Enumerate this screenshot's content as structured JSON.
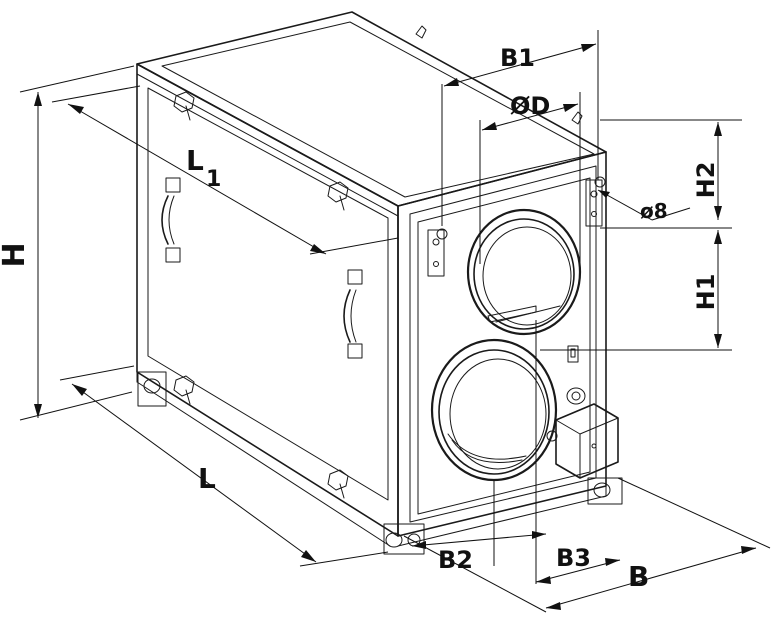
{
  "dimensions": {
    "H": "H",
    "L": "L",
    "L1_main": "L",
    "L1_sub": "1",
    "B": "B",
    "B1": "B1",
    "B2": "B2",
    "B3": "B3",
    "H1": "H1",
    "H2": "H2",
    "D": "ØD",
    "hole": "ø8"
  }
}
